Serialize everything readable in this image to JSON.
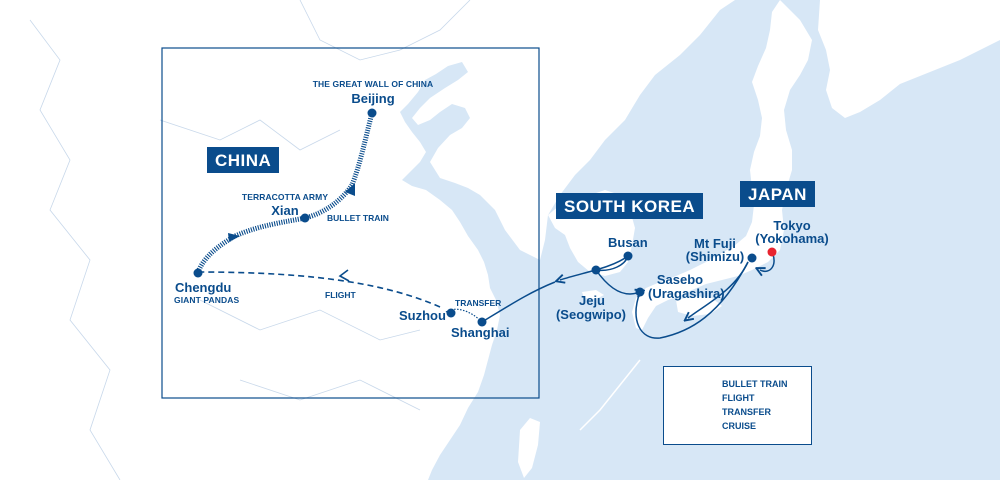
{
  "colors": {
    "sea": "#d7e7f6",
    "land": "#ffffff",
    "route": "#0a4c8c",
    "highlight_dot": "#e8242f"
  },
  "countries": {
    "china": "CHINA",
    "south_korea": "SOUTH KOREA",
    "japan": "JAPAN"
  },
  "cities": {
    "beijing": {
      "name": "Beijing",
      "note": "THE GREAT WALL OF CHINA"
    },
    "xian": {
      "name": "Xian",
      "note": "TERRACOTTA ARMY"
    },
    "chengdu": {
      "name": "Chengdu",
      "note": "GIANT PANDAS"
    },
    "suzhou": {
      "name": "Suzhou"
    },
    "shanghai": {
      "name": "Shanghai"
    },
    "busan": {
      "name": "Busan"
    },
    "jeju": {
      "name": "Jeju",
      "alt": "(Seogwipo)"
    },
    "sasebo": {
      "name": "Sasebo",
      "alt": "(Uragashira)"
    },
    "mt_fuji": {
      "name": "Mt Fuji",
      "alt": "(Shimizu)"
    },
    "tokyo": {
      "name": "Tokyo",
      "alt": "(Yokohama)"
    }
  },
  "route_labels": {
    "bullet_train": "BULLET TRAIN",
    "flight": "FLIGHT",
    "transfer": "TRANSFER"
  },
  "legend": {
    "items": [
      {
        "style": "bullet-train",
        "label": "BULLET TRAIN"
      },
      {
        "style": "flight",
        "label": "FLIGHT"
      },
      {
        "style": "transfer",
        "label": "TRANSFER"
      },
      {
        "style": "cruise",
        "label": "CRUISE"
      }
    ]
  }
}
